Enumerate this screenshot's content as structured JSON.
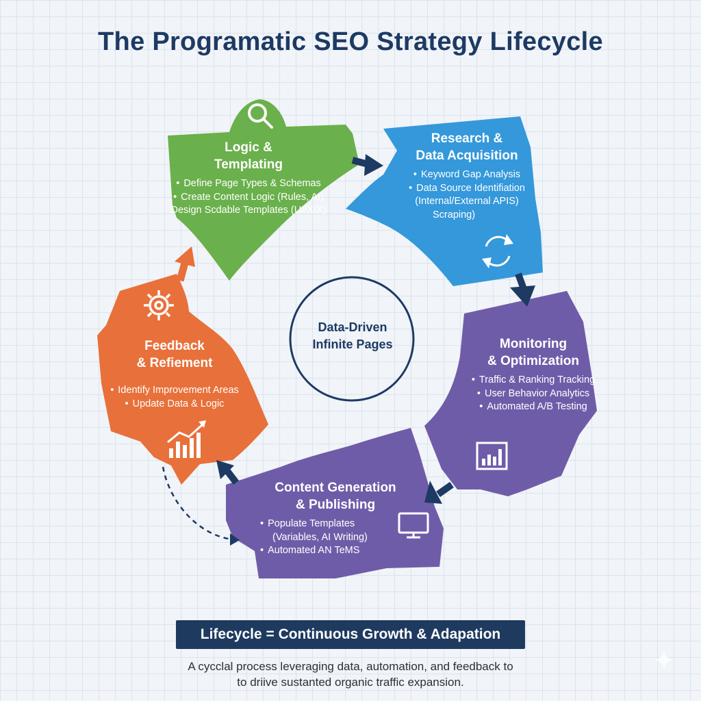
{
  "title": "The Programatic SEO Strategy Lifecycle",
  "center": {
    "line1": "Data-Driven",
    "line2": "Infinite Pages"
  },
  "colors": {
    "green": "#6ab04c",
    "blue": "#3498db",
    "purple": "#6f5ca8",
    "orange": "#e8703a",
    "navy": "#1d3a63"
  },
  "stages": {
    "logic": {
      "title1": "Logic &",
      "title2": "Templating",
      "items": [
        "Define Page Types & Schemas",
        "Create Content Logic (Rules, AI)",
        "Design Scdable Templates (UI/X/X)"
      ],
      "icon": "search-icon"
    },
    "research": {
      "title1": "Research &",
      "title2": "Data Acquisition",
      "items": [
        "Keyword Gap Analysis",
        "Data Source Identifiation",
        "(Internal/External APIS)",
        "Scraping)"
      ],
      "icon": "refresh-icon"
    },
    "monitoring": {
      "title1": "Monitoring",
      "title2": "& Optimization",
      "items": [
        "Traffic & Ranking Tracking",
        "User Behavior Analytics",
        "Automated A/B Testing"
      ],
      "icon": "bar-chart-icon"
    },
    "content": {
      "title1": "Content Generation",
      "title2": "& Publishing",
      "items": [
        "Populate Templates",
        "(Variables, AI Writing)",
        "Automated AN TeMS"
      ],
      "icon": "monitor-icon"
    },
    "feedback": {
      "title1": "Feedback",
      "title2": "& Refiement",
      "items": [
        "Identify Improvement Areas",
        "Update Data & Logic"
      ],
      "icon": "gear-icon"
    }
  },
  "banner": "Lifecycle = Continuous Growth & Adapation",
  "caption": {
    "line1": "A cycclal process leveraging data, automation, and feedback to",
    "line2": "to driive sustanted organic traffic expansion."
  }
}
